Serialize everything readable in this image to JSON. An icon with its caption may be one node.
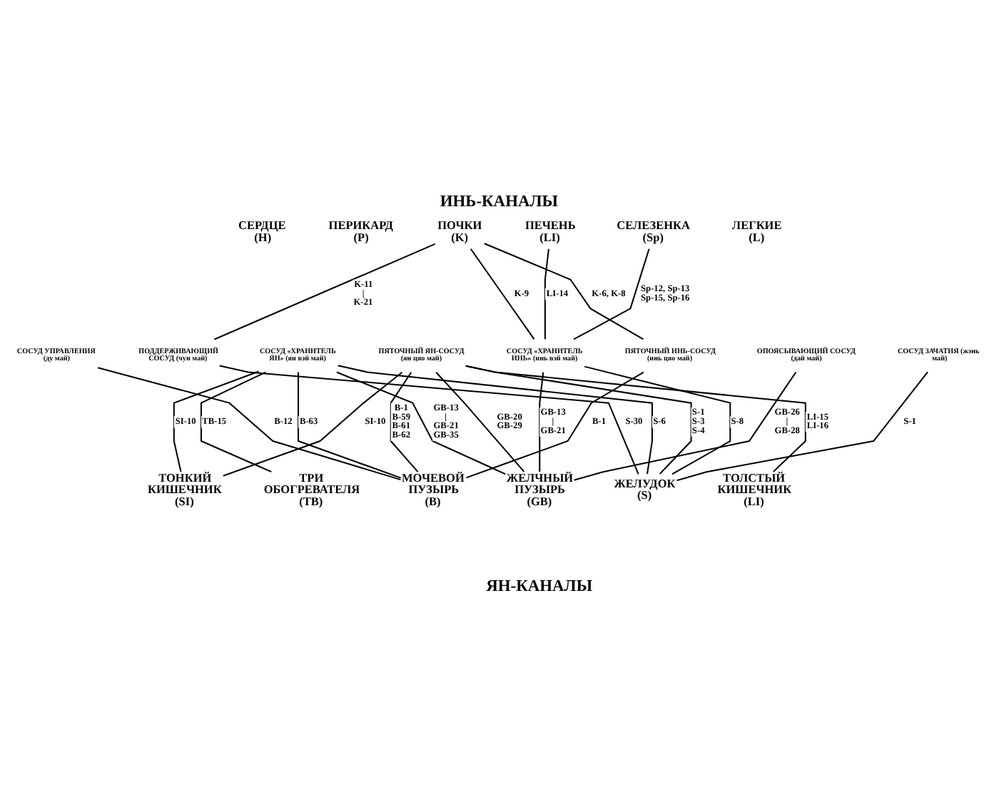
{
  "diagram": {
    "title": "ИНЬ-КАНАЛЫ",
    "nodes": [
      {
        "text": [
          "СЕРДЦЕ (H)"
        ]
      },
      {
        "text": [
          "ПЕРИКАРД (P)"
        ]
      },
      {
        "text": [
          "ПОЧКИ (K)"
        ]
      },
      {
        "text": [
          "ПЕЧЕНЬ (LI)"
        ]
      },
      {
        "text": [
          "СЕЛЕЗЕНКА (Sp)"
        ]
      },
      {
        "text": [
          "ЛЕГКИЕ (L)"
        ]
      },
      {
        "text": [
          "СОСУД УПРАВЛЕНИЯ (ду май)"
        ]
      },
      {
        "text": [
          "ПОДДЕРЖИВАЮЩИЙ СОСУД (чун май)"
        ]
      },
      {
        "text": [
          "СОСУД «ХРАНИТЕЛЬ ЯН» (ян вэй май)"
        ]
      },
      {
        "text": [
          "ПЯТОЧНЫЙ ЯН-СОСУД (ян цяо май)"
        ]
      },
      {
        "text": [
          "СОСУД «ХРАНИТЕЛЬ ИНЬ» (инь вэй май)"
        ]
      },
      {
        "text": [
          "ПЯТОЧНЫЙ ИНЬ-СОСУД (инь цяо май)"
        ]
      },
      {
        "text": [
          "ОПОЯСЫВАЮЩИЙ СОСУД (дай май)"
        ]
      },
      {
        "text": [
          "СОСУД ЗАЧАТИЯ (жэнь май)"
        ]
      },
      {
        "text": [
          "ТОНКИЙ КИШЕЧНИК (SI)"
        ]
      },
      {
        "text": [
          "ТРИ ОБОГРЕВАТЕЛЯ (TB)"
        ]
      },
      {
        "text": [
          "МОЧЕВОЙ ПУЗЫРЬ (B)"
        ]
      },
      {
        "text": [
          "ЖЕЛЧНЫЙ ПУЗЫРЬ (GB)"
        ]
      },
      {
        "text": [
          "ЖЕЛУДОК (S)"
        ]
      },
      {
        "text": [
          "ТОЛСТЫЙ КИШЕЧНИК (LI)"
        ]
      }
    ],
    "edges": [
      {
        "from": 2,
        "to": 7,
        "arrow": "none",
        "label": "K-11 | K-21"
      },
      {
        "from": 2,
        "to": 10,
        "arrow": "none",
        "label": "K-9"
      },
      {
        "from": 2,
        "to": 11,
        "arrow": "none",
        "label": "K-6, K-8"
      },
      {
        "from": 3,
        "to": 10,
        "arrow": "none",
        "label": "LI-14"
      },
      {
        "from": 4,
        "to": 10,
        "arrow": "none",
        "label": "Sp-12, Sp-13 Sp-15, Sp-16"
      },
      {
        "from": 6,
        "to": 16,
        "arrow": "none",
        "label": "B-12"
      },
      {
        "from": 7,
        "to": 18,
        "arrow": "none",
        "label": "S-30"
      },
      {
        "from": 8,
        "to": 14,
        "arrow": "none",
        "label": "SI-10"
      },
      {
        "from": 8,
        "to": 15,
        "arrow": "none",
        "label": "TB-15"
      },
      {
        "from": 8,
        "to": 16,
        "arrow": "none",
        "label": "B-63"
      },
      {
        "from": 8,
        "to": 17,
        "arrow": "none",
        "label": "GB-13 | GB-21 GB-35"
      },
      {
        "from": 8,
        "to": 18,
        "arrow": "none",
        "label": "S-6"
      },
      {
        "from": 9,
        "to": 14,
        "arrow": "none",
        "label": "SI-10"
      },
      {
        "from": 9,
        "to": 16,
        "arrow": "none",
        "label": "B-1 B-59 B-61 B-62"
      },
      {
        "from": 9,
        "to": 17,
        "arrow": "none",
        "label": "GB-20 GB-29"
      },
      {
        "from": 9,
        "to": 18,
        "arrow": "none",
        "label": "S-1 S-3 S-4"
      },
      {
        "from": 9,
        "to": 19,
        "arrow": "none",
        "label": "LI-15 LI-16"
      },
      {
        "from": 10,
        "to": 17,
        "arrow": "none",
        "label": "GB-13 | GB-21"
      },
      {
        "from": 10,
        "to": 18,
        "arrow": "none",
        "label": "S-8"
      },
      {
        "from": 11,
        "to": 16,
        "arrow": "none",
        "label": "B-1"
      },
      {
        "from": 12,
        "to": 17,
        "arrow": "none",
        "label": "GB-26 | GB-28"
      },
      {
        "from": 13,
        "to": 18,
        "arrow": "none",
        "label": "S-1"
      }
    ],
    "labels": [
      "ЯН-КАНАЛЫ"
    ]
  }
}
